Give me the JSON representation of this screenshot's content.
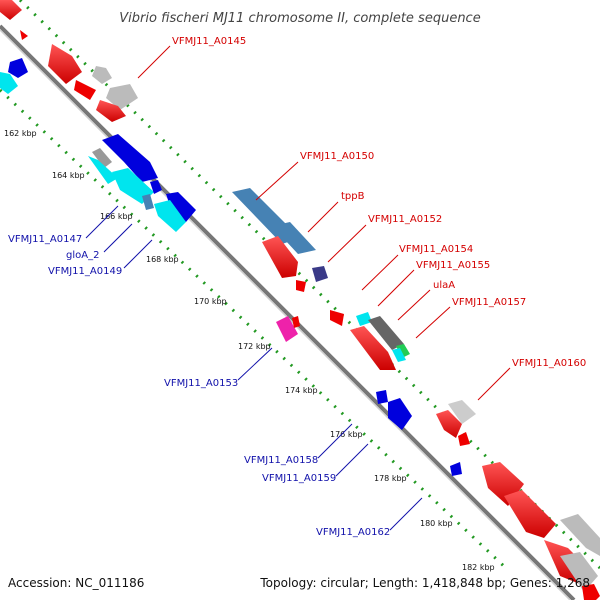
{
  "title": "Vibrio fischeri MJ11 chromosome II, complete sequence",
  "footer": {
    "accession": "Accession: NC_011186",
    "summary": "Topology: circular; Length: 1,418,848 bp; Genes: 1,268"
  },
  "ticks": [
    "162 kbp",
    "164 kbp",
    "166 kbp",
    "168 kbp",
    "170 kbp",
    "172 kbp",
    "174 kbp",
    "176 kbp",
    "178 kbp",
    "180 kbp",
    "182 kbp"
  ],
  "labels_outer": [
    "VFMJ11_A0145",
    "VFMJ11_A0150",
    "tppB",
    "VFMJ11_A0152",
    "VFMJ11_A0154",
    "VFMJ11_A0155",
    "ulaA",
    "VFMJ11_A0157",
    "VFMJ11_A0160"
  ],
  "labels_inner": [
    "VFMJ11_A0147",
    "gloA_2",
    "VFMJ11_A0149",
    "VFMJ11_A0153",
    "VFMJ11_A0158",
    "VFMJ11_A0159",
    "VFMJ11_A0162"
  ],
  "colors": {
    "red": "#ee0000",
    "gray": "#bbbbbb",
    "blue": "#0000dd",
    "cyan": "#00e5ee",
    "steel": "#4682b4",
    "navy": "#3a3a88",
    "pink": "#ee22aa",
    "green": "#22cc55",
    "darkgray": "#666666",
    "track_green": "#229922",
    "backbone": "#888888"
  }
}
